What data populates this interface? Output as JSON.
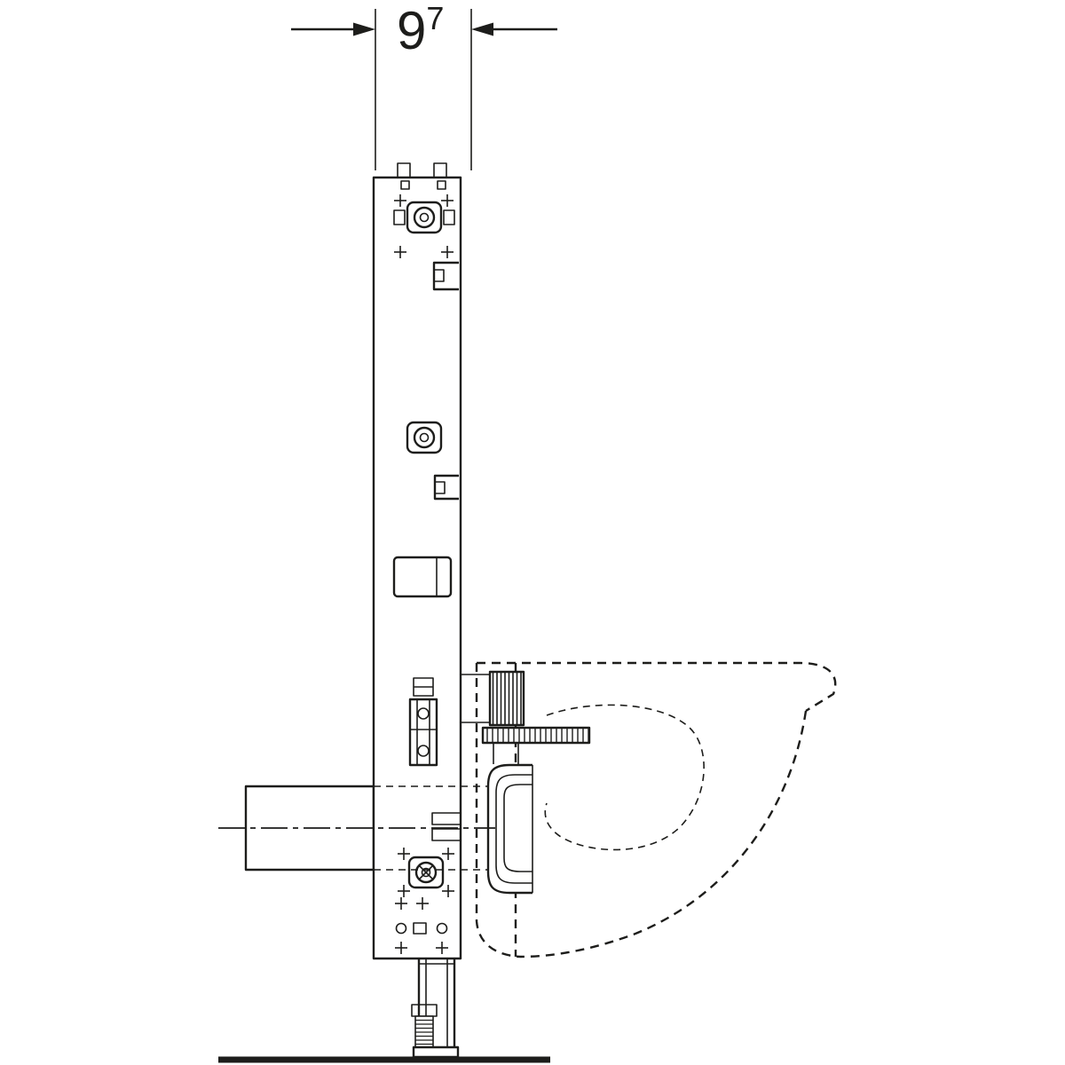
{
  "diagram": {
    "kind": "sanitary-installation-element-side-view",
    "background": "#ffffff",
    "line_color": "#1d1d1b",
    "dimension": {
      "integer": "9",
      "superscript": "7"
    },
    "parts": [
      {
        "name": "dimension-annotation"
      },
      {
        "name": "installation-frame"
      },
      {
        "name": "water-supply-fitting"
      },
      {
        "name": "upper-bracket"
      },
      {
        "name": "mid-fitting"
      },
      {
        "name": "mid-bracket"
      },
      {
        "name": "junction-box"
      },
      {
        "name": "mounting-rail"
      },
      {
        "name": "flush-bend"
      },
      {
        "name": "mounting-plate"
      },
      {
        "name": "drain-trap"
      },
      {
        "name": "wall-inlet-pipe"
      },
      {
        "name": "hidden-pipe-lines"
      },
      {
        "name": "center-line"
      },
      {
        "name": "pipe-clamps"
      },
      {
        "name": "lower-fitting"
      },
      {
        "name": "bottom-fixings"
      },
      {
        "name": "foot-assembly"
      },
      {
        "name": "floor-line"
      },
      {
        "name": "toilet-outline"
      }
    ]
  }
}
